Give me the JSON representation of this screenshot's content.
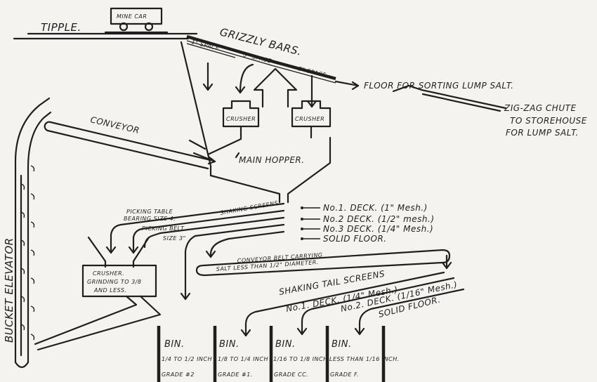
{
  "labels": {
    "tipple": "TIPPLE.",
    "mine_car": "MINE CAR",
    "grizzly_bars": "GRIZZLY BARS.",
    "space_1": "1\" SPACE",
    "space_3": "3\" SPACE",
    "space_5": "5\" SPACE",
    "floor_sorting": "FLOOR FOR SORTING LUMP SALT.",
    "zigzag_chute": [
      "ZIG-ZAG CHUTE",
      "TO STOREHOUSE",
      "FOR LUMP SALT."
    ],
    "crusher_left": "CRUSHER",
    "crusher_right": "CRUSHER",
    "conveyor": "CONVEYOR",
    "main_hopper": "MAIN HOPPER.",
    "bucket_elevator": "BUCKET ELEVATOR",
    "shaking_screens": "SHAKING SCREENS.",
    "picking_table": [
      "PICKING TABLE",
      "BEARING SIZE 4."
    ],
    "picking_belt": [
      "PICKING BELT",
      "SIZE 3\""
    ],
    "decks": [
      "No.1. DECK. (1\" Mesh.)",
      "No.2 DECK. (1/2\" mesh.)",
      "No.3 DECK. (1/4\" Mesh.)",
      "SOLID FLOOR."
    ],
    "conveyor_belt": [
      "CONVEYOR BELT CARRYING",
      "SALT LESS THAN 1/2\" DIAMETER."
    ],
    "crusher_grinding": [
      "CRUSHER.",
      "GRINDING TO 3/8",
      "AND LESS."
    ],
    "shaking_tail_screens": "SHAKING TAIL SCREENS",
    "tail_decks": [
      "No.1. DECK. (1/4\" Mesh.)",
      "No.2. DECK. (1/16\" Mesh.)",
      "SOLID FLOOR."
    ],
    "bins": [
      {
        "title": "BIN.",
        "size": "1/4 TO 1/2 INCH",
        "grade": "GRADE #2"
      },
      {
        "title": "BIN.",
        "size": "1/8 TO 1/4 INCH",
        "grade": "GRADE #1."
      },
      {
        "title": "BIN.",
        "size": "1/16 TO 1/8 INCH",
        "grade": "GRADE CC."
      },
      {
        "title": "BIN.",
        "size": "LESS THAN 1/16 INCH.",
        "grade": "GRADE F."
      }
    ]
  }
}
